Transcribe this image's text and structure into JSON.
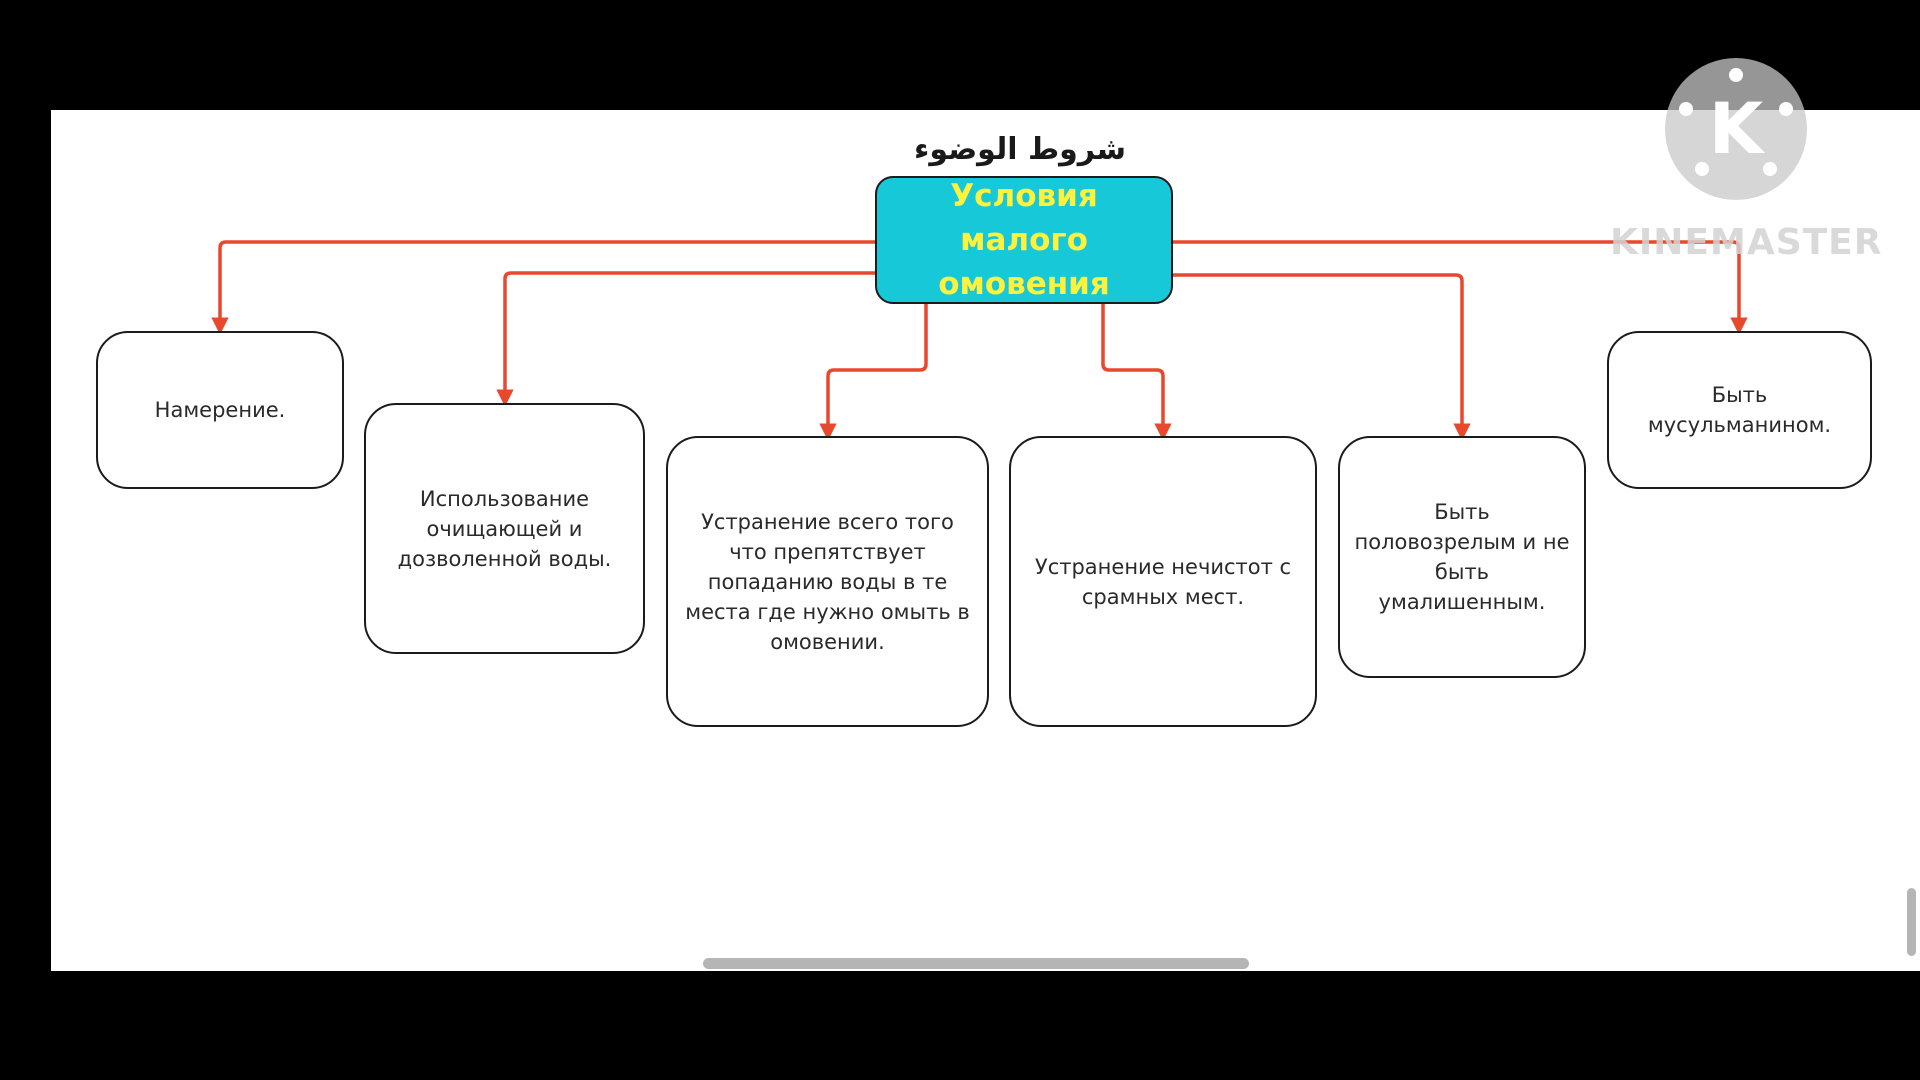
{
  "diagram": {
    "title_arabic": "شروط الوضوء",
    "central": "Условия малого омовения",
    "conditions": [
      "Намерение.",
      "Использование очищающей и дозволенной воды.",
      "Устранение всего того что препятствует попаданию воды в те места где нужно омыть в омовении.",
      "Устранение нечистот с срамных мест.",
      "Быть половозрелым и не быть умалишенным.",
      "Быть мусульманином."
    ]
  },
  "watermark": {
    "logo_letter": "K",
    "text": "KINEMASTER"
  },
  "colors": {
    "central_fill": "#17c9d8",
    "central_text": "#fff23c",
    "connector": "#e8482c"
  },
  "icons": {
    "watermark_logo": "kinemaster-logo-icon"
  }
}
